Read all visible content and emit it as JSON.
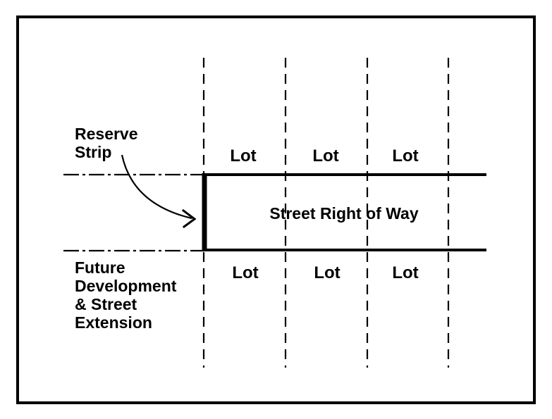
{
  "diagram": {
    "labels": {
      "reserve_strip": [
        "Reserve",
        "Strip"
      ],
      "street": "Street Right of Way",
      "future": [
        "Future",
        "Development",
        "& Street",
        "Extension"
      ]
    },
    "lots_top": [
      "Lot",
      "Lot",
      "Lot"
    ],
    "lots_bottom": [
      "Lot",
      "Lot",
      "Lot"
    ],
    "colors": {
      "ink": "#000000",
      "paper": "#ffffff"
    }
  }
}
